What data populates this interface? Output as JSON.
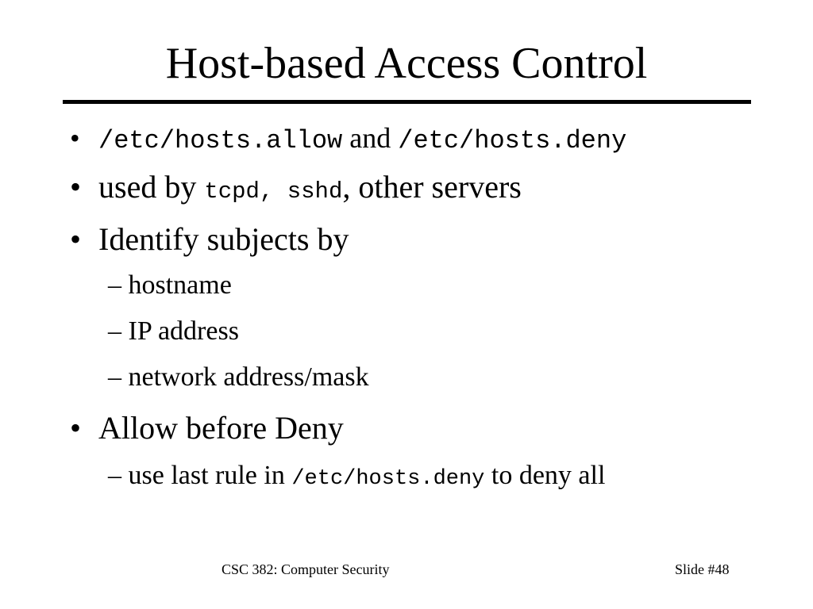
{
  "slide": {
    "title": "Host-based Access Control",
    "bullets": [
      {
        "marker": "•",
        "part1": "/etc/hosts.allow",
        "part2": " and ",
        "part3": "/etc/hosts.deny"
      },
      {
        "marker": "•",
        "part1": "used by ",
        "part2": "tcpd, sshd",
        "part3": ", other servers"
      },
      {
        "marker": "•",
        "text": "Identify subjects by",
        "subitems": [
          "– hostname",
          "– IP address",
          "– network address/mask"
        ]
      },
      {
        "marker": "•",
        "text": "Allow before Deny",
        "subitem": {
          "part1": "– use last rule in ",
          "part2": "/etc/hosts.deny",
          "part3": " to deny all"
        }
      }
    ]
  },
  "footer": {
    "course": "CSC 382: Computer Security",
    "slide_number": "Slide #48"
  }
}
